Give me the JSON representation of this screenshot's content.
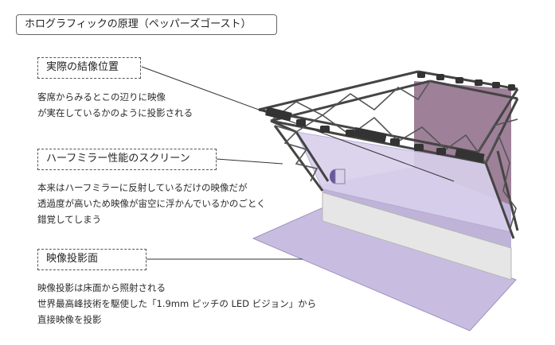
{
  "title": "ホログラフィックの原理（ペッパーズゴースト）",
  "callouts": [
    {
      "label": "実際の結像位置",
      "lines": [
        "客席からみるとこの辺りに映像",
        "が実在しているかのように投影される"
      ]
    },
    {
      "label": "ハーフミラー性能のスクリーン",
      "lines": [
        "本来はハーフミラーに反射しているだけの映像だが",
        "透過度が高いため映像が宙空に浮かんでいるかのごとく",
        "錯覚してしまう"
      ]
    },
    {
      "label": "映像投影面",
      "lines": [
        "映像投影は床面から照射される",
        "世界最高峰技術を駆使した「1.9mm ピッチの LED ビジョン」から",
        "直接映像を投影"
      ]
    }
  ],
  "colors": {
    "truss": "#444444",
    "back_wall": "#8d6a86",
    "mirror": "#d9d0ec",
    "floor_screen": "#c8bde0",
    "stage_front": "#e6e6e6",
    "stage_top": "#bfb3d8"
  },
  "icons": [
    "stage-light-icon",
    "speaker-icon",
    "ghost-image-icon"
  ]
}
